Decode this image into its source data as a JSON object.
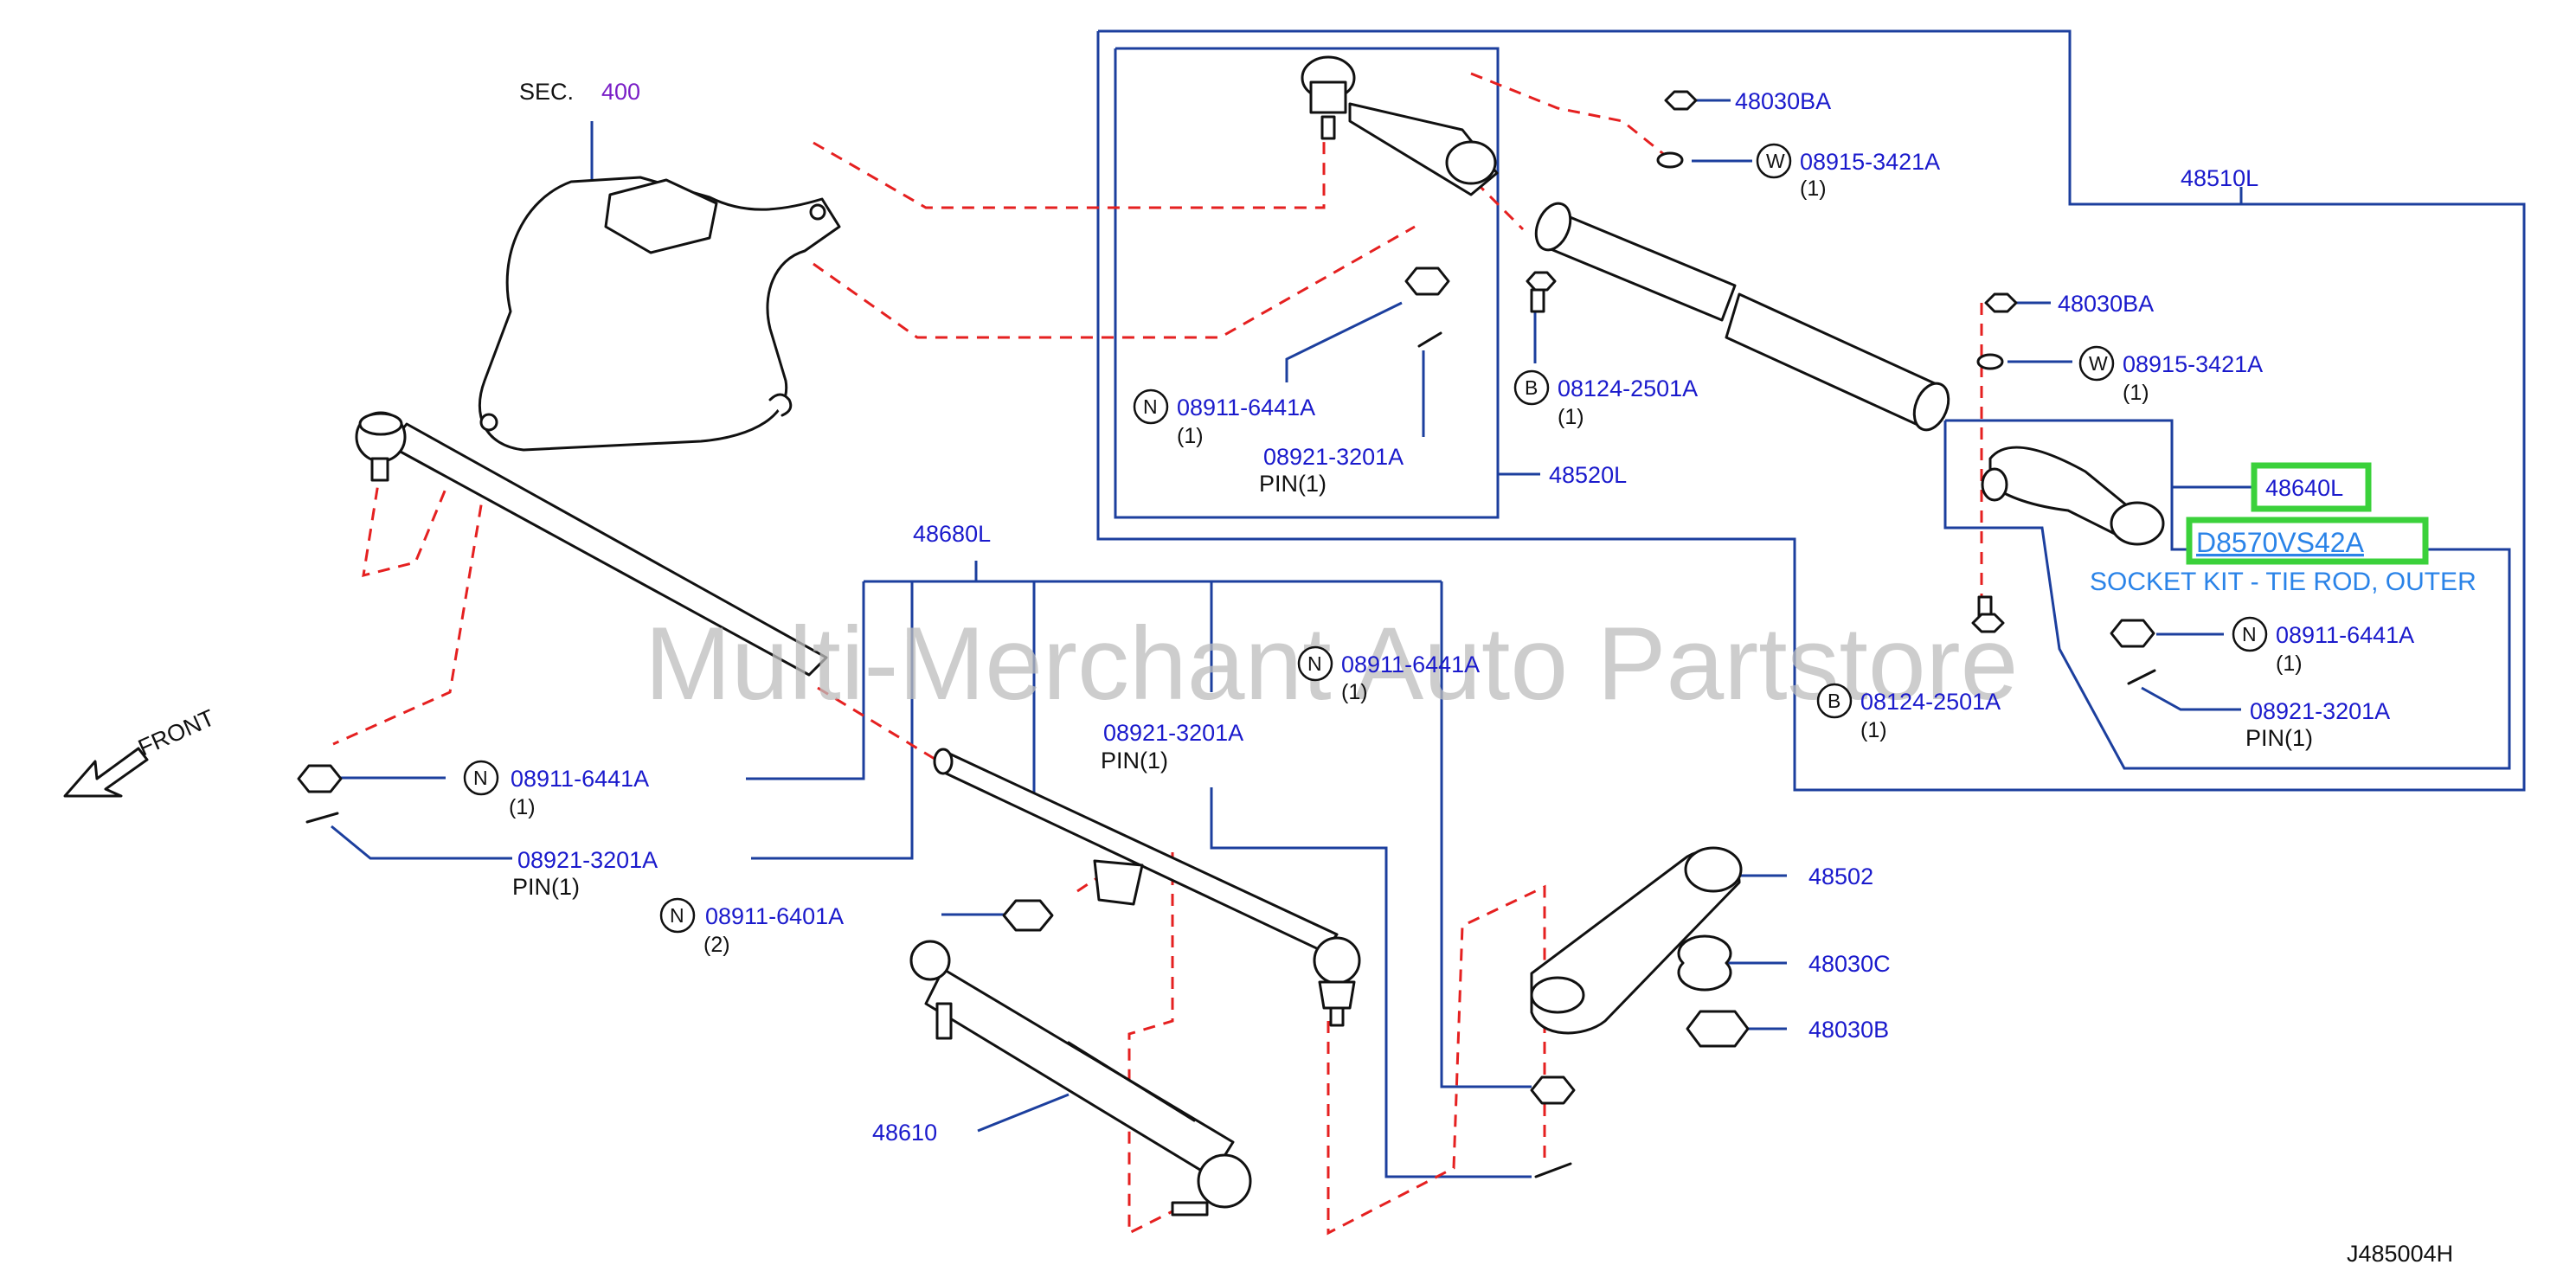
{
  "sec": {
    "prefix": "SEC.",
    "number": "400"
  },
  "front": "FRONT",
  "watermark": "Multi-Merchant Auto Partstore",
  "diagram_id": "J485004H",
  "highlight": {
    "part": "48640L",
    "kit_number": "D8570VS42A",
    "kit_desc": "SOCKET KIT - TIE ROD, OUTER"
  },
  "assemblies": {
    "a48510L": "48510L",
    "a48520L": "48520L",
    "a48680L": "48680L"
  },
  "parts": {
    "p48030BA_1": "48030BA",
    "p48030BA_2": "48030BA",
    "p08915_1": "08915-3421A",
    "p08915_2": "08915-3421A",
    "p08124_1": "08124-2501A",
    "p08124_2": "08124-2501A",
    "p08911_a": "08911-6441A",
    "p08911_b": "08911-6441A",
    "p08911_c": "08911-6441A",
    "p08911_d": "08911-6441A",
    "p08911_6401": "08911-6401A",
    "p08921_a": "08921-3201A",
    "p08921_b": "08921-3201A",
    "p08921_c": "08921-3201A",
    "p08921_d": "08921-3201A",
    "p48502": "48502",
    "p48030C": "48030C",
    "p48030B": "48030B",
    "p48610": "48610"
  },
  "qty": {
    "one": "(1)",
    "two": "(2)",
    "pin": "PIN(1)"
  },
  "prefix": {
    "N": "N",
    "W": "W",
    "B": "B"
  },
  "colors": {
    "part_label": "#1a1acc",
    "assembly_line": "#1c3f9e",
    "dashed": "#e52020",
    "highlight_box": "#3bd13b",
    "kit_text": "#2a83e8",
    "sec_number": "#7a1fc7"
  }
}
